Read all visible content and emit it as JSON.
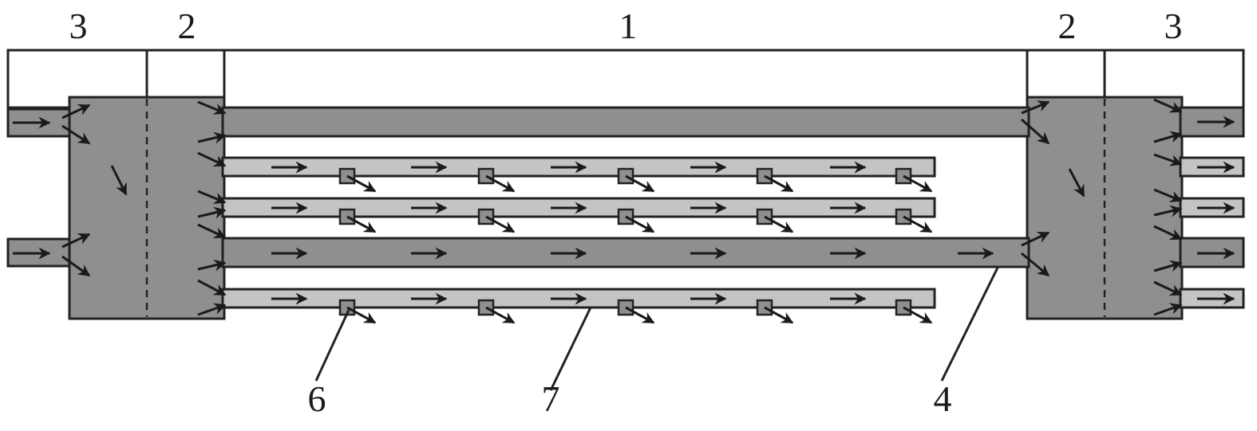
{
  "labels": {
    "top_left_3": "3",
    "top_left_2": "2",
    "top_center_1": "1",
    "top_right_2": "2",
    "top_right_3": "3",
    "callout_6": "6",
    "callout_7": "7",
    "callout_4": "4"
  },
  "colors": {
    "dark_fill": "#8f8f8f",
    "light_fill": "#c4c4c4",
    "stroke": "#222222",
    "arrow": "#1a1a1a",
    "background": "#ffffff"
  }
}
